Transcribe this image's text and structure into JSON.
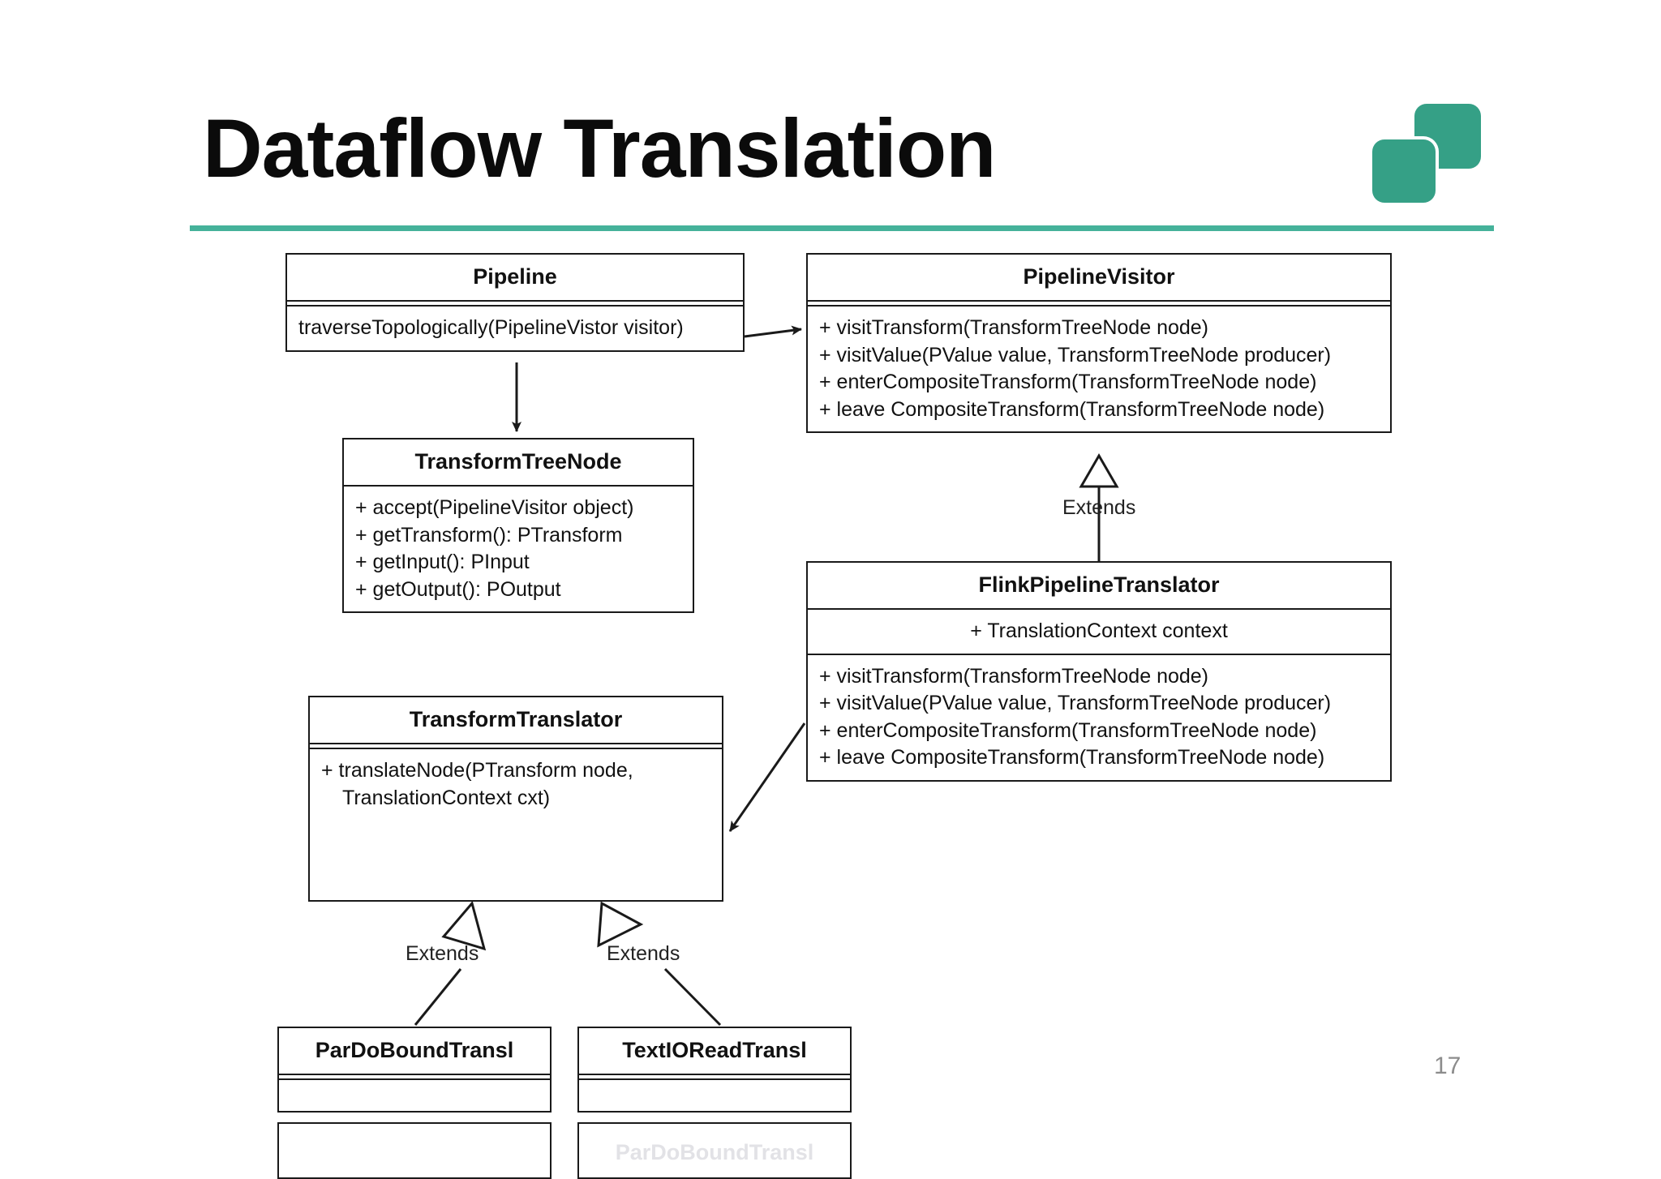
{
  "slide": {
    "title": "Dataflow Translation",
    "page_number": "17",
    "accent_color": "#45b29a",
    "logo_color": "#35a086",
    "logo_name": "two-overlapping-rounded-squares-logo"
  },
  "diagram": {
    "type": "uml-class-diagram",
    "classes": [
      {
        "id": "pipeline",
        "name": "Pipeline",
        "sections": [
          {
            "kind": "thin",
            "lines": []
          },
          {
            "kind": "methods",
            "lines": [
              "traverseTopologically(PipelineVistor visitor)"
            ]
          }
        ]
      },
      {
        "id": "pipelinevisitor",
        "name": "PipelineVisitor",
        "sections": [
          {
            "kind": "thin",
            "lines": []
          },
          {
            "kind": "methods",
            "lines": [
              "+ visitTransform(TransformTreeNode node)",
              "+ visitValue(PValue value, TransformTreeNode producer)",
              "+ enterCompositeTransform(TransformTreeNode node)",
              "+ leave CompositeTransform(TransformTreeNode node)"
            ]
          }
        ]
      },
      {
        "id": "transformtreenode",
        "name": "TransformTreeNode",
        "sections": [
          {
            "kind": "methods",
            "lines": [
              "+ accept(PipelineVisitor object)",
              "+ getTransform(): PTransform",
              "+ getInput(): PInput",
              "+ getOutput(): POutput"
            ]
          }
        ]
      },
      {
        "id": "flinkpipelinetranslator",
        "name": "FlinkPipelineTranslator",
        "sections": [
          {
            "kind": "attributes",
            "lines": [
              "+ TranslationContext context"
            ]
          },
          {
            "kind": "methods",
            "lines": [
              "+ visitTransform(TransformTreeNode node)",
              "+ visitValue(PValue value, TransformTreeNode producer)",
              "+ enterCompositeTransform(TransformTreeNode node)",
              "+ leave CompositeTransform(TransformTreeNode node)"
            ]
          }
        ]
      },
      {
        "id": "transformtranslator",
        "name": "TransformTranslator",
        "sections": [
          {
            "kind": "thin",
            "lines": []
          },
          {
            "kind": "methods",
            "lines": [
              "+ translateNode(PTransform node,",
              "TranslationContext cxt)"
            ]
          }
        ]
      },
      {
        "id": "pardoboundtransl",
        "name": "ParDoBoundTransl",
        "sections": [
          {
            "kind": "thin",
            "lines": []
          },
          {
            "kind": "empty",
            "lines": []
          }
        ]
      },
      {
        "id": "textioreadtransl",
        "name": "TextIOReadTransl",
        "sections": [
          {
            "kind": "thin",
            "lines": []
          },
          {
            "kind": "empty",
            "lines": []
          }
        ]
      }
    ],
    "edges": [
      {
        "from": "pipeline",
        "to": "pipelinevisitor",
        "arrow": "solid-filled",
        "label": ""
      },
      {
        "from": "pipeline",
        "to": "transformtreenode",
        "arrow": "solid-filled",
        "label": ""
      },
      {
        "from": "flinkpipelinetranslator",
        "to": "pipelinevisitor",
        "arrow": "hollow-triangle",
        "label": "Extends"
      },
      {
        "from": "flinkpipelinetranslator",
        "to": "transformtranslator",
        "arrow": "solid-filled",
        "label": ""
      },
      {
        "from": "pardoboundtransl",
        "to": "transformtranslator",
        "arrow": "hollow-triangle",
        "label": "Extends"
      },
      {
        "from": "textioreadtransl",
        "to": "transformtranslator",
        "arrow": "hollow-triangle",
        "label": "Extends"
      }
    ],
    "labels": {
      "extends_flink": "Extends",
      "extends_left": "Extends",
      "extends_right": "Extends"
    }
  }
}
